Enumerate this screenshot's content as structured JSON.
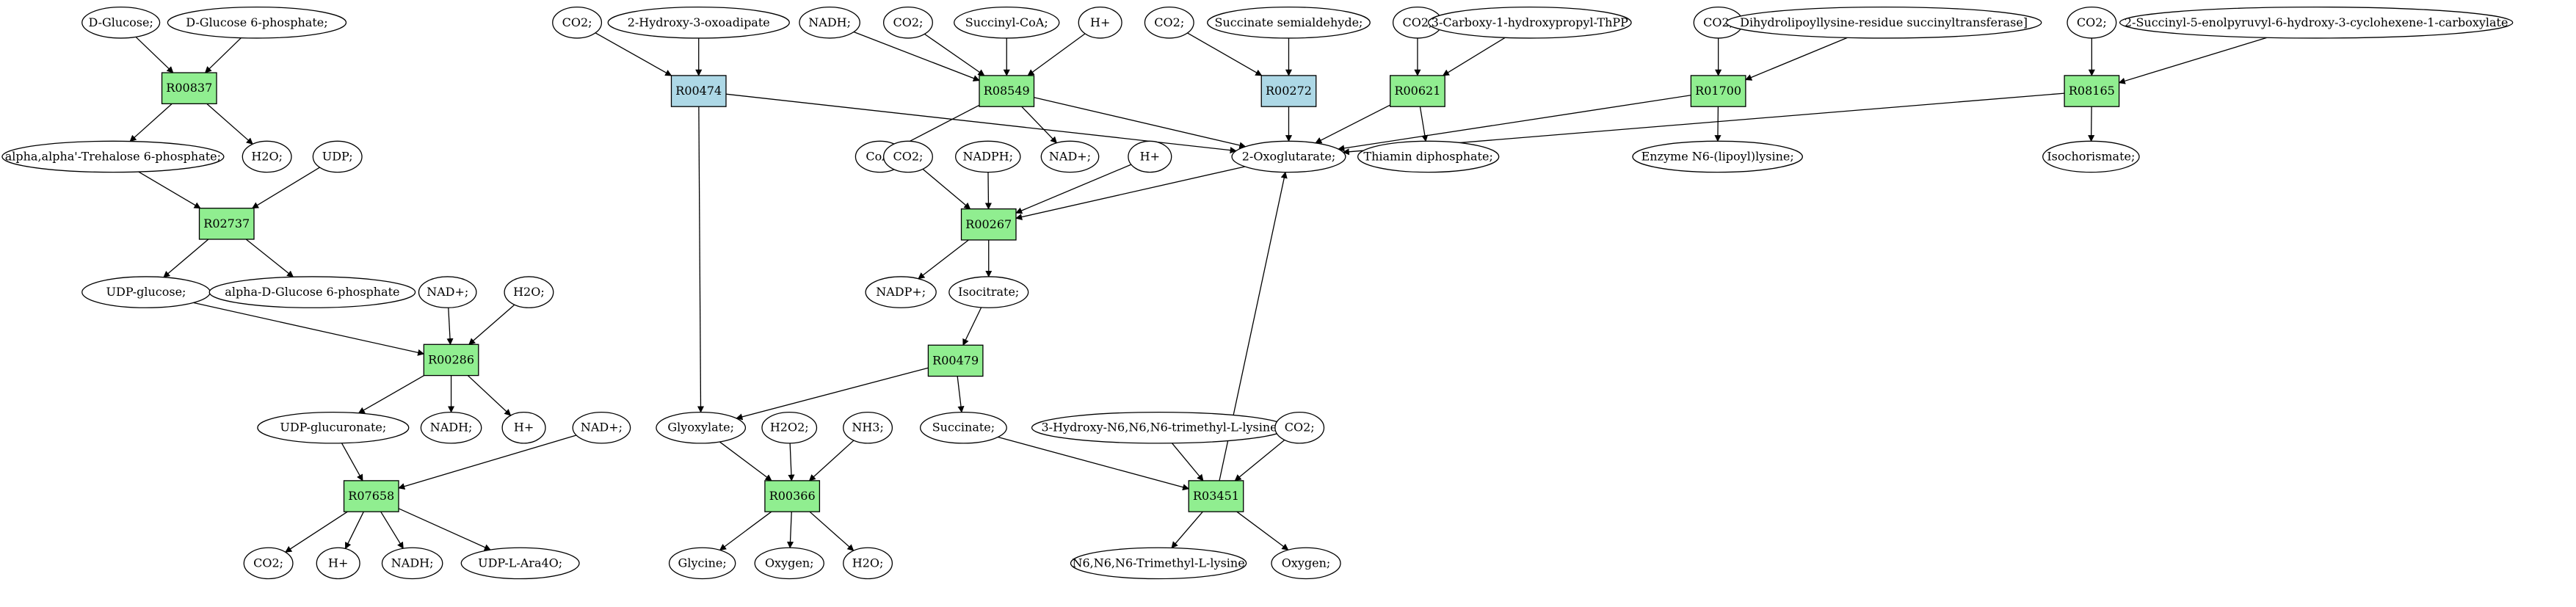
{
  "colors": {
    "reaction_default": "#90ee90",
    "reaction_highlight": "#add8e6",
    "metabolite_default": "#ffffff",
    "metabolite_source": "#00ff00",
    "metabolite_target": "#ffff00"
  },
  "nodes": [
    {
      "id": "m_dglucose",
      "kind": "metabolite",
      "label": "D-Glucose;",
      "color": "#00ff00"
    },
    {
      "id": "m_dg6p",
      "kind": "metabolite",
      "label": "D-Glucose 6-phosphate;"
    },
    {
      "id": "r_R00837",
      "kind": "reaction",
      "label": "R00837"
    },
    {
      "id": "m_trehalose6p",
      "kind": "metabolite",
      "label": "alpha,alpha'-Trehalose 6-phosphate;"
    },
    {
      "id": "m_h2o_1",
      "kind": "metabolite",
      "label": "H2O;"
    },
    {
      "id": "m_udp",
      "kind": "metabolite",
      "label": "UDP;"
    },
    {
      "id": "r_R02737",
      "kind": "reaction",
      "label": "R02737"
    },
    {
      "id": "m_udpglucose",
      "kind": "metabolite",
      "label": "UDP-glucose;"
    },
    {
      "id": "m_adg6p",
      "kind": "metabolite",
      "label": "alpha-D-Glucose 6-phosphate"
    },
    {
      "id": "m_nadp_1",
      "kind": "metabolite",
      "label": "NAD+;"
    },
    {
      "id": "m_h2o_2",
      "kind": "metabolite",
      "label": "H2O;"
    },
    {
      "id": "r_R00286",
      "kind": "reaction",
      "label": "R00286"
    },
    {
      "id": "m_udpglucuronate",
      "kind": "metabolite",
      "label": "UDP-glucuronate;"
    },
    {
      "id": "m_nadh_1",
      "kind": "metabolite",
      "label": "NADH;"
    },
    {
      "id": "m_hplus_1",
      "kind": "metabolite",
      "label": "H+"
    },
    {
      "id": "m_nadp_2",
      "kind": "metabolite",
      "label": "NAD+;"
    },
    {
      "id": "r_R07658",
      "kind": "reaction",
      "label": "R07658"
    },
    {
      "id": "m_co2_1",
      "kind": "metabolite",
      "label": "CO2;"
    },
    {
      "id": "m_hplus_2",
      "kind": "metabolite",
      "label": "H+"
    },
    {
      "id": "m_nadh_2",
      "kind": "metabolite",
      "label": "NADH;"
    },
    {
      "id": "m_udpara4o",
      "kind": "metabolite",
      "label": "UDP-L-Ara4O;"
    },
    {
      "id": "m_co2_2",
      "kind": "metabolite",
      "label": "CO2;"
    },
    {
      "id": "m_hydroxyoxoadipate",
      "kind": "metabolite",
      "label": "2-Hydroxy-3-oxoadipate"
    },
    {
      "id": "r_R00474",
      "kind": "reaction",
      "label": "R00474",
      "color": "#add8e6"
    },
    {
      "id": "m_nadh_3",
      "kind": "metabolite",
      "label": "NADH;"
    },
    {
      "id": "m_co2_3",
      "kind": "metabolite",
      "label": "CO2;"
    },
    {
      "id": "m_succinylcoa",
      "kind": "metabolite",
      "label": "Succinyl-CoA;"
    },
    {
      "id": "m_hplus_3",
      "kind": "metabolite",
      "label": "H+"
    },
    {
      "id": "r_R08549",
      "kind": "reaction",
      "label": "R08549"
    },
    {
      "id": "m_coa",
      "kind": "metabolite",
      "label": "CoA;"
    },
    {
      "id": "m_nadp_3",
      "kind": "metabolite",
      "label": "NAD+;"
    },
    {
      "id": "m_co2_4",
      "kind": "metabolite",
      "label": "CO2;"
    },
    {
      "id": "m_succsemiald",
      "kind": "metabolite",
      "label": "Succinate semialdehyde;"
    },
    {
      "id": "r_R00272",
      "kind": "reaction",
      "label": "R00272",
      "color": "#add8e6"
    },
    {
      "id": "m_co2_5",
      "kind": "metabolite",
      "label": "CO2;"
    },
    {
      "id": "m_carboxyhydroxy",
      "kind": "metabolite",
      "label": "3-Carboxy-1-hydroxypropyl-ThPP"
    },
    {
      "id": "r_R00621",
      "kind": "reaction",
      "label": "R00621"
    },
    {
      "id": "m_thiamin",
      "kind": "metabolite",
      "label": "Thiamin diphosphate;"
    },
    {
      "id": "m_co2_6",
      "kind": "metabolite",
      "label": "CO2;"
    },
    {
      "id": "m_dihydrolipoyl",
      "kind": "metabolite",
      "label": "Dihydrolipoyllysine-residue succinyltransferase]"
    },
    {
      "id": "r_R01700",
      "kind": "reaction",
      "label": "R01700"
    },
    {
      "id": "m_enzyme_lipoyl",
      "kind": "metabolite",
      "label": "Enzyme N6-(lipoyl)lysine;"
    },
    {
      "id": "m_co2_7",
      "kind": "metabolite",
      "label": "CO2;"
    },
    {
      "id": "m_succinylenol",
      "kind": "metabolite",
      "label": "2-Succinyl-5-enolpyruvyl-6-hydroxy-3-cyclohexene-1-carboxylate"
    },
    {
      "id": "r_R08165",
      "kind": "reaction",
      "label": "R08165"
    },
    {
      "id": "m_isochorismate",
      "kind": "metabolite",
      "label": "Isochorismate;"
    },
    {
      "id": "m_oxoglutarate",
      "kind": "metabolite",
      "label": "2-Oxoglutarate;"
    },
    {
      "id": "m_co2_8",
      "kind": "metabolite",
      "label": "CO2;"
    },
    {
      "id": "m_nadph",
      "kind": "metabolite",
      "label": "NADPH;"
    },
    {
      "id": "m_hplus_4",
      "kind": "metabolite",
      "label": "H+"
    },
    {
      "id": "r_R00267",
      "kind": "reaction",
      "label": "R00267"
    },
    {
      "id": "m_nadpplus",
      "kind": "metabolite",
      "label": "NADP+;"
    },
    {
      "id": "m_isocitrate",
      "kind": "metabolite",
      "label": "Isocitrate;"
    },
    {
      "id": "r_R00479",
      "kind": "reaction",
      "label": "R00479"
    },
    {
      "id": "m_glyoxylate",
      "kind": "metabolite",
      "label": "Glyoxylate;"
    },
    {
      "id": "m_h2o2",
      "kind": "metabolite",
      "label": "H2O2;"
    },
    {
      "id": "m_nh3",
      "kind": "metabolite",
      "label": "NH3;"
    },
    {
      "id": "r_R00366",
      "kind": "reaction",
      "label": "R00366"
    },
    {
      "id": "m_glycine",
      "kind": "metabolite",
      "label": "Glycine;",
      "color": "#ffff00"
    },
    {
      "id": "m_oxygen_1",
      "kind": "metabolite",
      "label": "Oxygen;"
    },
    {
      "id": "m_h2o_3",
      "kind": "metabolite",
      "label": "H2O;"
    },
    {
      "id": "m_succinate",
      "kind": "metabolite",
      "label": "Succinate;"
    },
    {
      "id": "m_hydroxytrimethyllysine",
      "kind": "metabolite",
      "label": "3-Hydroxy-N6,N6,N6-trimethyl-L-lysine"
    },
    {
      "id": "m_co2_9",
      "kind": "metabolite",
      "label": "CO2;"
    },
    {
      "id": "r_R03451",
      "kind": "reaction",
      "label": "R03451"
    },
    {
      "id": "m_trimethyllysine",
      "kind": "metabolite",
      "label": "N6,N6,N6-Trimethyl-L-lysine"
    },
    {
      "id": "m_oxygen_2",
      "kind": "metabolite",
      "label": "Oxygen;"
    }
  ],
  "edges": [
    [
      "m_dglucose",
      "r_R00837"
    ],
    [
      "m_dg6p",
      "r_R00837"
    ],
    [
      "r_R00837",
      "m_trehalose6p"
    ],
    [
      "r_R00837",
      "m_h2o_1"
    ],
    [
      "m_trehalose6p",
      "r_R02737"
    ],
    [
      "m_udp",
      "r_R02737"
    ],
    [
      "r_R02737",
      "m_udpglucose"
    ],
    [
      "r_R02737",
      "m_adg6p"
    ],
    [
      "m_udpglucose",
      "r_R00286"
    ],
    [
      "m_nadp_1",
      "r_R00286"
    ],
    [
      "m_h2o_2",
      "r_R00286"
    ],
    [
      "r_R00286",
      "m_udpglucuronate"
    ],
    [
      "r_R00286",
      "m_nadh_1"
    ],
    [
      "r_R00286",
      "m_hplus_1"
    ],
    [
      "m_udpglucuronate",
      "r_R07658"
    ],
    [
      "m_nadp_2",
      "r_R07658"
    ],
    [
      "r_R07658",
      "m_co2_1"
    ],
    [
      "r_R07658",
      "m_hplus_2"
    ],
    [
      "r_R07658",
      "m_nadh_2"
    ],
    [
      "r_R07658",
      "m_udpara4o"
    ],
    [
      "m_co2_2",
      "r_R00474"
    ],
    [
      "m_hydroxyoxoadipate",
      "r_R00474"
    ],
    [
      "r_R00474",
      "m_glyoxylate"
    ],
    [
      "r_R00474",
      "m_oxoglutarate"
    ],
    [
      "m_nadh_3",
      "r_R08549"
    ],
    [
      "m_co2_3",
      "r_R08549"
    ],
    [
      "m_succinylcoa",
      "r_R08549"
    ],
    [
      "m_hplus_3",
      "r_R08549"
    ],
    [
      "r_R08549",
      "m_coa"
    ],
    [
      "r_R08549",
      "m_nadp_3"
    ],
    [
      "r_R08549",
      "m_oxoglutarate"
    ],
    [
      "m_co2_4",
      "r_R00272"
    ],
    [
      "m_succsemiald",
      "r_R00272"
    ],
    [
      "r_R00272",
      "m_oxoglutarate"
    ],
    [
      "m_co2_5",
      "r_R00621"
    ],
    [
      "m_carboxyhydroxy",
      "r_R00621"
    ],
    [
      "r_R00621",
      "m_oxoglutarate"
    ],
    [
      "r_R00621",
      "m_thiamin"
    ],
    [
      "m_co2_6",
      "r_R01700"
    ],
    [
      "m_dihydrolipoyl",
      "r_R01700"
    ],
    [
      "r_R01700",
      "m_oxoglutarate"
    ],
    [
      "r_R01700",
      "m_enzyme_lipoyl"
    ],
    [
      "m_co2_7",
      "r_R08165"
    ],
    [
      "m_succinylenol",
      "r_R08165"
    ],
    [
      "r_R08165",
      "m_oxoglutarate"
    ],
    [
      "r_R08165",
      "m_isochorismate"
    ],
    [
      "m_oxoglutarate",
      "r_R00267"
    ],
    [
      "m_co2_8",
      "r_R00267"
    ],
    [
      "m_nadph",
      "r_R00267"
    ],
    [
      "m_hplus_4",
      "r_R00267"
    ],
    [
      "r_R00267",
      "m_nadpplus"
    ],
    [
      "r_R00267",
      "m_isocitrate"
    ],
    [
      "m_isocitrate",
      "r_R00479"
    ],
    [
      "r_R00479",
      "m_glyoxylate"
    ],
    [
      "r_R00479",
      "m_succinate"
    ],
    [
      "m_glyoxylate",
      "r_R00366"
    ],
    [
      "m_h2o2",
      "r_R00366"
    ],
    [
      "m_nh3",
      "r_R00366"
    ],
    [
      "r_R00366",
      "m_glycine"
    ],
    [
      "r_R00366",
      "m_oxygen_1"
    ],
    [
      "r_R00366",
      "m_h2o_3"
    ],
    [
      "m_succinate",
      "r_R03451"
    ],
    [
      "m_hydroxytrimethyllysine",
      "r_R03451"
    ],
    [
      "m_co2_9",
      "r_R03451"
    ],
    [
      "r_R03451",
      "m_trimethyllysine"
    ],
    [
      "r_R03451",
      "m_oxygen_2"
    ],
    [
      "r_R03451",
      "m_oxoglutarate"
    ]
  ]
}
